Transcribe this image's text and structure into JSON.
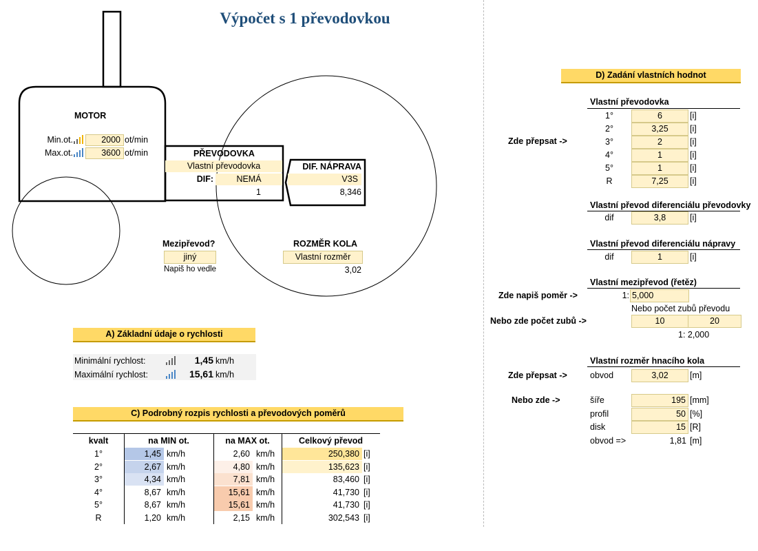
{
  "title": "Výpočet s 1 převodovkou",
  "diagram": {
    "motor_label": "MOTOR",
    "min_label": "Min.ot.",
    "max_label": "Max.ot.",
    "min_rpm": "2000",
    "max_rpm": "3600",
    "rpm_unit": "ot/min",
    "gearbox_label": "PŘEVODOVKA",
    "gearbox_value": "Vlastní převodovka",
    "dif_label": "DIF:",
    "dif_value": "NEMÁ",
    "gearbox_ratio": "1",
    "axle_label": "DIF. NÁPRAVA",
    "axle_value": "V3S",
    "axle_ratio": "8,346",
    "mezi_label": "Mezipřevod?",
    "mezi_value": "jiný",
    "mezi_note": "Napiš ho vedle",
    "wheel_label": "ROZMĚR KOLA",
    "wheel_value": "Vlastní rozměr",
    "wheel_size": "3,02"
  },
  "section_a": {
    "header": "A) Základní údaje o rychlosti",
    "min_label": "Minimální rychlost:",
    "min_value": "1,45",
    "max_label": "Maximální rychlost:",
    "max_value": "15,61",
    "unit": "km/h"
  },
  "section_c": {
    "header": "C) Podrobný rozpis rychlosti a převodových poměrů",
    "col_gear": "kvalt",
    "col_min": "na MIN ot.",
    "col_max": "na MAX ot.",
    "col_total": "Celkový převod",
    "unit": "km/h",
    "ratio_unit": "[i]",
    "rows": [
      {
        "gear": "1°",
        "min": "1,45",
        "max": "2,60",
        "total": "250,380"
      },
      {
        "gear": "2°",
        "min": "2,67",
        "max": "4,80",
        "total": "135,623"
      },
      {
        "gear": "3°",
        "min": "4,34",
        "max": "7,81",
        "total": "83,460"
      },
      {
        "gear": "4°",
        "min": "8,67",
        "max": "15,61",
        "total": "41,730"
      },
      {
        "gear": "5°",
        "min": "8,67",
        "max": "15,61",
        "total": "41,730"
      },
      {
        "gear": "R",
        "min": "1,20",
        "max": "2,15",
        "total": "302,543"
      }
    ],
    "colors": {
      "min": [
        "#b4c7e7",
        "#c5d3ec",
        "#d9e2f3",
        "#ffffff",
        "#ffffff",
        "#ffffff"
      ],
      "max": [
        "#ffffff",
        "#fdf0e8",
        "#fbe1cf",
        "#f8cbad",
        "#f8cbad",
        "#ffffff"
      ],
      "total": [
        "#ffe699",
        "#fff2cc",
        "#ffffff",
        "#ffffff",
        "#ffffff",
        "#ffffff"
      ]
    }
  },
  "section_d": {
    "header": "D) Zadání vlastních hodnot",
    "gearbox_title": "Vlastní převodovka",
    "overwrite_label": "Zde přepsat ->",
    "gears": [
      {
        "label": "1°",
        "value": "6"
      },
      {
        "label": "2°",
        "value": "3,25"
      },
      {
        "label": "3°",
        "value": "2"
      },
      {
        "label": "4°",
        "value": "1"
      },
      {
        "label": "5°",
        "value": "1"
      },
      {
        "label": "R",
        "value": "7,25"
      }
    ],
    "ratio_unit": "[i]",
    "gb_dif_title": "Vlastní převod diferenciálu převodovky",
    "gb_dif_label": "dif",
    "gb_dif_value": "3,8",
    "axle_dif_title": "Vlastní převod diferenciálu nápravy",
    "axle_dif_label": "dif",
    "axle_dif_value": "1",
    "mezi_title": "Vlastní mezipřevod (řetěz)",
    "mezi_write_label": "Zde napiš poměr ->",
    "mezi_prefix": "1:",
    "mezi_value": "5,000",
    "teeth_note": "Nebo počet zubů převodu",
    "teeth_label": "Nebo zde počet zubů ->",
    "teeth_a": "10",
    "teeth_b": "20",
    "teeth_result": "1: 2,000",
    "wheel_title": "Vlastní rozměr hnacího kola",
    "wheel_overwrite_label": "Zde přepsat ->",
    "obvod_label": "obvod",
    "obvod_value": "3,02",
    "m_unit": "[m]",
    "or_here_label": "Nebo zde  ->",
    "sire_label": "šíře",
    "sire_value": "195",
    "sire_unit": "[mm]",
    "profil_label": "profil",
    "profil_value": "50",
    "profil_unit": "[%]",
    "disk_label": "disk",
    "disk_value": "15",
    "disk_unit": "[R]",
    "obvod_calc_label": "obvod =>",
    "obvod_calc_value": "1,81"
  }
}
